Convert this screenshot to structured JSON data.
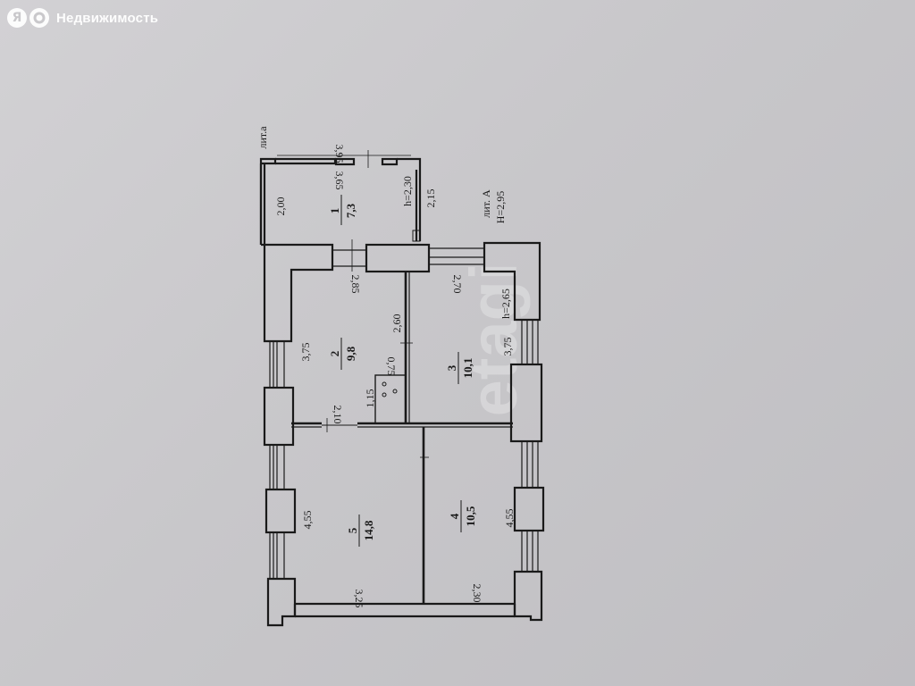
{
  "brand": {
    "name": "Недвижимость",
    "icon_left": "Я",
    "icon_right": ""
  },
  "watermark": "etagi",
  "labels": {
    "lit_a": "лит.а",
    "lit_A": "лит. А",
    "H": "H=2,95"
  },
  "rooms": [
    {
      "num": "1",
      "area": "7,3"
    },
    {
      "num": "2",
      "area": "9,8"
    },
    {
      "num": "3",
      "area": "10,1"
    },
    {
      "num": "4",
      "area": "10,5"
    },
    {
      "num": "5",
      "area": "14,8"
    }
  ],
  "dims": {
    "d395": "3,95",
    "d365": "3,65",
    "d200": "2,00",
    "h230": "h=2,30",
    "d215": "2,15",
    "d285": "2,85",
    "d270": "2,70",
    "h265": "h=2,65",
    "d260": "2,60",
    "d375a": "3,75",
    "d375b": "3,75",
    "d075": "0,75",
    "d115": "1,15",
    "d210": "2,10",
    "d455a": "4,55",
    "d455b": "4,55",
    "d325": "3,25",
    "d230": "2,30"
  }
}
